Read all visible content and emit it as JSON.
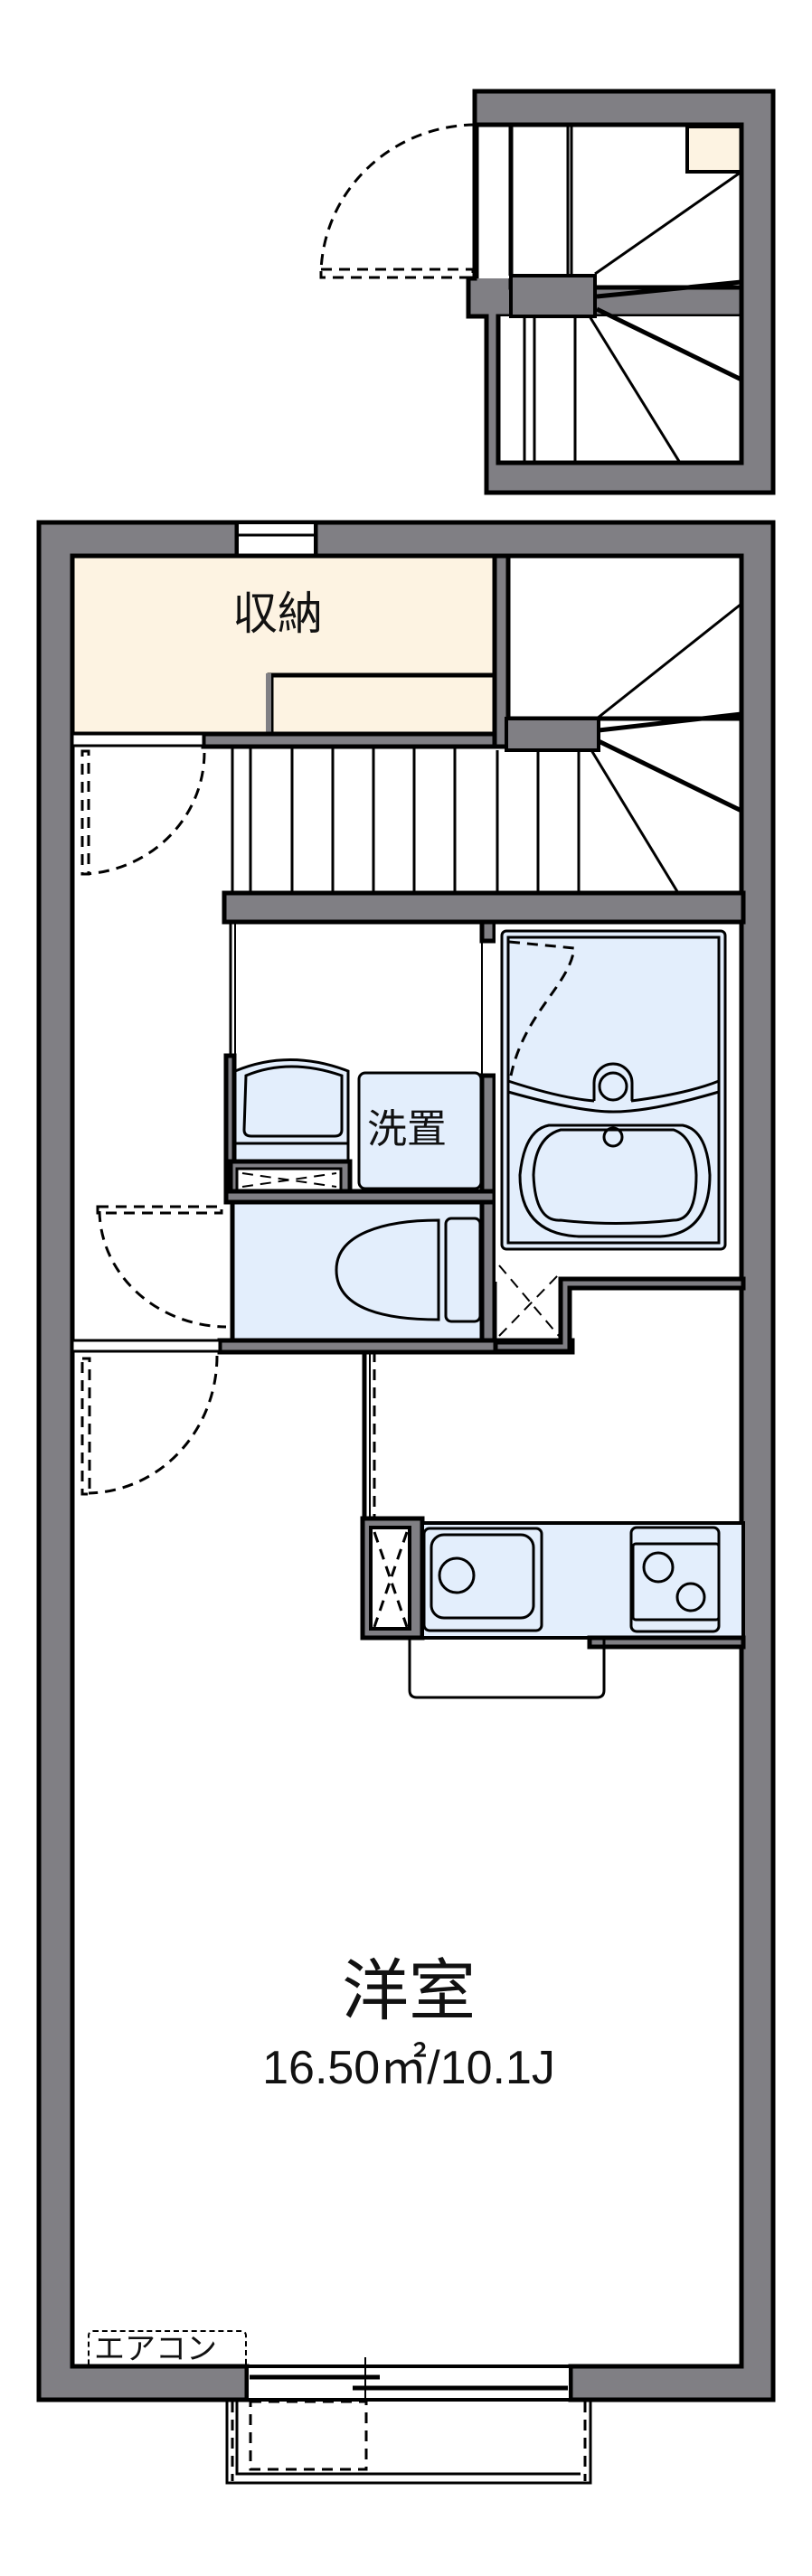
{
  "floor_plan": {
    "rooms": {
      "western_room": {
        "name": "洋室",
        "area": "16.50㎡/10.1J"
      },
      "storage": {
        "name": "収納"
      },
      "washer_space": {
        "name": "洗置"
      },
      "air_conditioner": {
        "name": "エアコン"
      }
    },
    "colors": {
      "wall": "#807f84",
      "storage_fill": "#fdf3e2",
      "fixture_fill": "#e3eefc",
      "line": "#000000",
      "background": "#ffffff"
    }
  }
}
